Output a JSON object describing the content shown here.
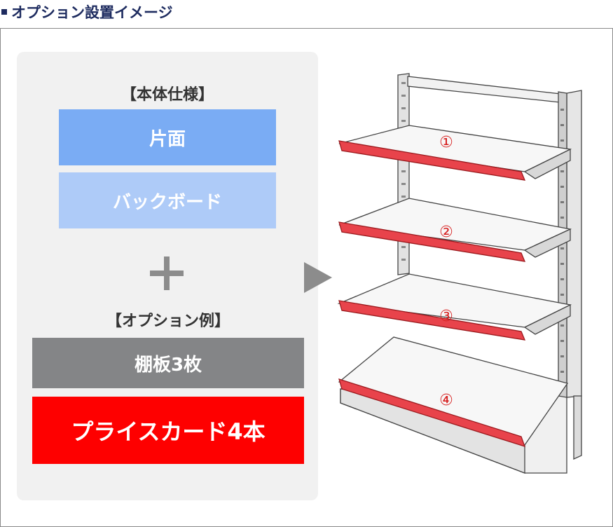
{
  "header": {
    "title": "オプション設置イメージ"
  },
  "spec": {
    "heading": "【本体仕様】",
    "items": [
      {
        "label": "片面",
        "color": "#7aacf4"
      },
      {
        "label": "バックボード",
        "color": "#aecbf8"
      }
    ]
  },
  "plus_icon": "plus-icon",
  "options": {
    "heading": "【オプション例】",
    "items": [
      {
        "label": "棚板3枚",
        "color": "#848587"
      },
      {
        "label": "プライスカード4本",
        "color": "#fe0000"
      }
    ]
  },
  "arrow_icon": "triangle-right-icon",
  "illustration": {
    "markers": [
      "①",
      "②",
      "③",
      "④"
    ],
    "price_card_color": "#e8434b"
  }
}
